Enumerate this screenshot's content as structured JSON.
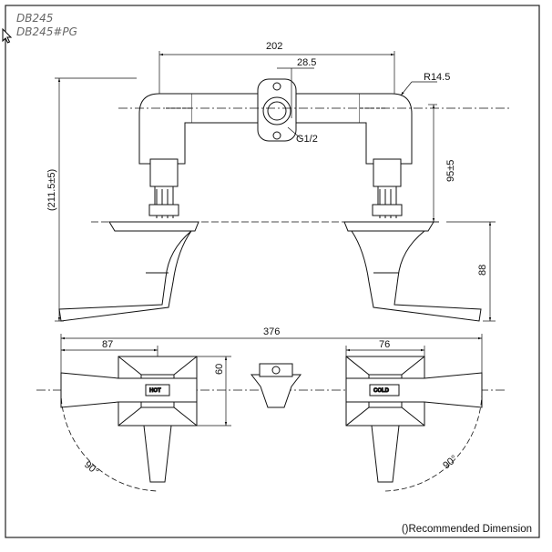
{
  "header": {
    "model_1": "DB245",
    "model_2": "DB245#PG"
  },
  "footnote": "()Recommended Dimension",
  "dimensions": {
    "overall_width": "202",
    "flange_offset": "28.5",
    "radius": "R14.5",
    "thread": "G1/2",
    "height_95": "95±5",
    "height_211": "(211.5±5)",
    "height_88": "88",
    "span_376": "376",
    "width_87": "87",
    "width_76": "76",
    "depth_60": "60",
    "angle_left": "90°",
    "angle_right": "90°"
  },
  "handles": {
    "hot_label": "HOT",
    "cold_label": "COLD"
  },
  "cursor_icon": "mouse-pointer-icon"
}
